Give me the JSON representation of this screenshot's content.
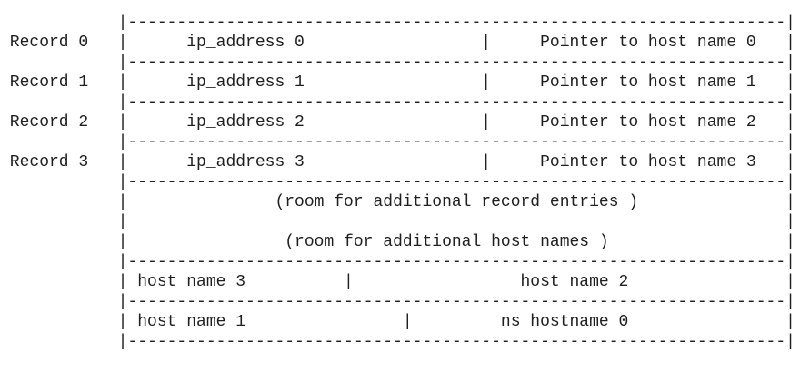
{
  "diagram": {
    "description_rows": {
      "record_labels": [
        "Record 0",
        "Record 1",
        "Record 2",
        "Record 3"
      ],
      "records": [
        {
          "label": "Record 0",
          "left_cell": "ip_address 0",
          "right_cell": "Pointer to host name 0"
        },
        {
          "label": "Record 1",
          "left_cell": "ip_address 1",
          "right_cell": "Pointer to host name 1"
        },
        {
          "label": "Record 2",
          "left_cell": "ip_address 2",
          "right_cell": "Pointer to host name 2"
        },
        {
          "label": "Record 3",
          "left_cell": "ip_address 3",
          "right_cell": "Pointer to host name 3"
        }
      ],
      "placeholder_rows": [
        "(room for additional record entries )",
        "(room for additional host names )"
      ],
      "host_name_rows": [
        {
          "left_cell": "host name 3",
          "right_cell": "host name 2"
        },
        {
          "left_cell": "host name 1",
          "right_cell": "ns_hostname 0"
        }
      ]
    },
    "colors": {
      "text": "#1f1f1f",
      "background": "#ffffff"
    },
    "lines": [
      "            |-------------------------------------------------------------------|",
      " Record 0   |      ip_address 0                  |     Pointer to host name 0   |",
      "            |-------------------------------------------------------------------|",
      " Record 1   |      ip_address 1                  |     Pointer to host name 1   |",
      "            |-------------------------------------------------------------------|",
      " Record 2   |      ip_address 2                  |     Pointer to host name 2   |",
      "            |-------------------------------------------------------------------|",
      " Record 3   |      ip_address 3                  |     Pointer to host name 3   |",
      "            |-------------------------------------------------------------------|",
      "            |               (room for additional record entries )               |",
      "            |                                                                   |",
      "            |                (room for additional host names )                  |",
      "            |-------------------------------------------------------------------|",
      "            | host name 3          |                 host name 2                |",
      "            |-------------------------------------------------------------------|",
      "            | host name 1                |         ns_hostname 0                |",
      "            |-------------------------------------------------------------------|"
    ]
  }
}
